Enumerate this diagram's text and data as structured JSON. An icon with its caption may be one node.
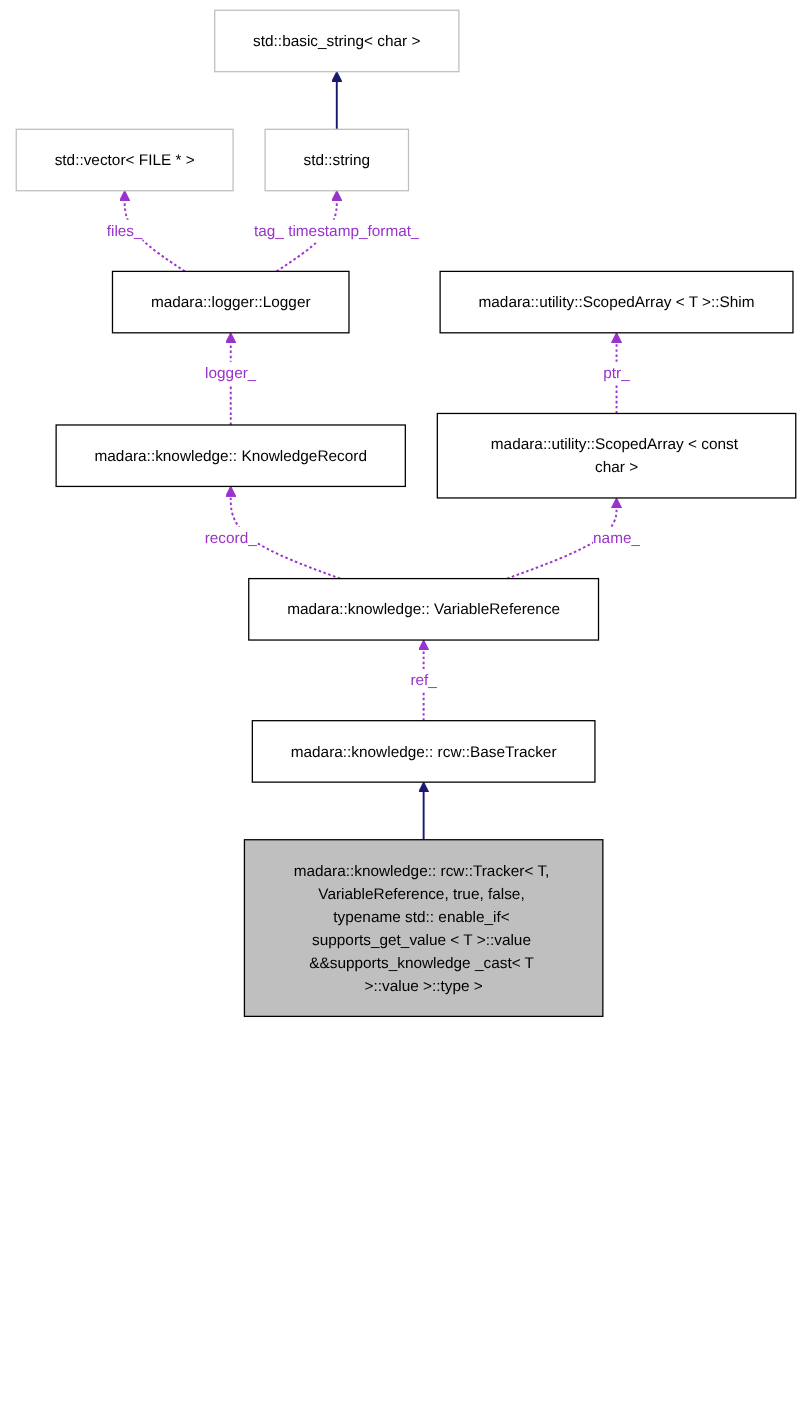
{
  "diagram": {
    "nodes": [
      {
        "text": [
          "std::basic_string< char >"
        ]
      },
      {
        "text": [
          "std::vector< FILE * >"
        ]
      },
      {
        "text": [
          "std::string"
        ]
      },
      {
        "text": [
          "madara::logger::Logger"
        ]
      },
      {
        "text": [
          "madara::utility::ScopedArray < T >::Shim"
        ]
      },
      {
        "text": [
          "madara::knowledge:: KnowledgeRecord"
        ]
      },
      {
        "text": [
          "madara::utility::ScopedArray < const char >"
        ]
      },
      {
        "text": [
          "madara::knowledge:: VariableReference"
        ]
      },
      {
        "text": [
          "madara::knowledge:: rcw::BaseTracker"
        ]
      },
      {
        "text": [
          "madara::knowledge:: rcw::Tracker< T, VariableReference, true, false, typename std:: enable_if< supports_get_value < T >::value &&supports_knowledge _cast< T >::value >::type >"
        ]
      }
    ],
    "edges": [
      {
        "from": 2,
        "to": 0,
        "arrow": "to",
        "color": "#191970"
      },
      {
        "from": 3,
        "to": 1,
        "arrow": "to",
        "label": "files_",
        "style": "dashed"
      },
      {
        "from": 3,
        "to": 2,
        "arrow": "to",
        "label": "tag_ timestamp_format_",
        "style": "dashed"
      },
      {
        "from": 5,
        "to": 3,
        "arrow": "to",
        "label": "logger_",
        "style": "dashed"
      },
      {
        "from": 6,
        "to": 4,
        "arrow": "to",
        "label": "ptr_",
        "style": "dashed"
      },
      {
        "from": 7,
        "to": 5,
        "arrow": "to",
        "label": "record_",
        "style": "dashed"
      },
      {
        "from": 7,
        "to": 6,
        "arrow": "to",
        "label": "name_",
        "style": "dashed"
      },
      {
        "from": 8,
        "to": 7,
        "arrow": "to",
        "label": "ref_",
        "style": "dashed"
      },
      {
        "from": 9,
        "to": 8,
        "arrow": "to",
        "color": "#191970"
      }
    ]
  }
}
